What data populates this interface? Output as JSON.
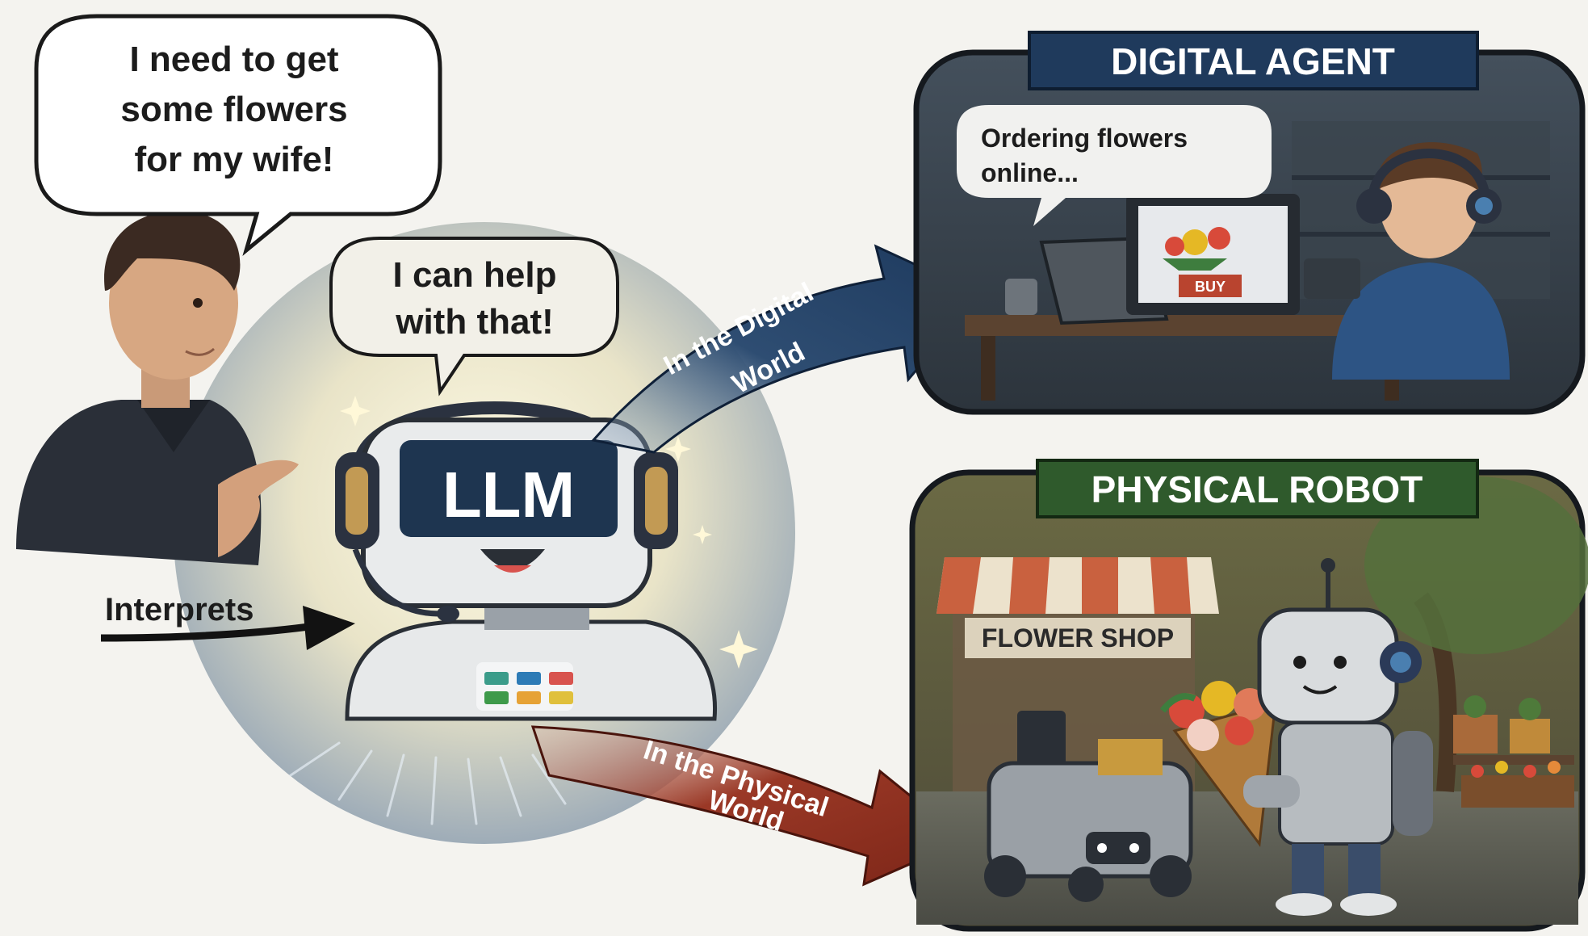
{
  "user_speech": {
    "line1": "I need to get",
    "line2": "some flowers",
    "line3": "for my wife!"
  },
  "llm_speech": {
    "line1": "I can help",
    "line2": "with that!"
  },
  "llm_label": "LLM",
  "interprets_label": "Interprets",
  "digital_arrow": {
    "line1": "In the Digital",
    "line2": "World"
  },
  "physical_arrow": {
    "line1": "In the Physical",
    "line2": "World"
  },
  "digital_panel": {
    "title": "DIGITAL AGENT",
    "speech_line1": "Ordering flowers",
    "speech_line2": "online...",
    "buy_button": "BUY"
  },
  "physical_panel": {
    "title": "PHYSICAL ROBOT",
    "shop_sign": "FLOWER SHOP"
  },
  "colors": {
    "digital_blue": "#1f3a5c",
    "physical_green": "#2f5a2c",
    "physical_arrow_red": "#8a2f22",
    "buy_red": "#b9442f"
  }
}
